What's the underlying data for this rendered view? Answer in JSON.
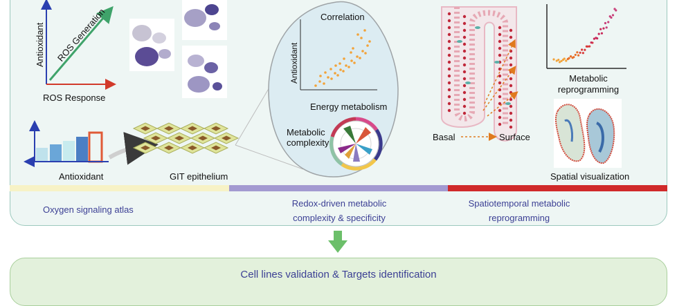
{
  "panel_1": {
    "y_axis_label": "Antioxidant",
    "arrow_label": "ROS Generation",
    "x_axis_label": "ROS Response",
    "bar_label": "Antioxidant",
    "tissue_label": "GIT epithelium",
    "section_caption": "Oxygen signaling atlas"
  },
  "panel_2": {
    "scatter_title": "Correlation",
    "scatter_y_label": "Antioxidant",
    "scatter_x_label": "Energy metabolism",
    "radial_label_line1": "Metabolic",
    "radial_label_line2": "complexity",
    "section_caption_line1": "Redox-driven metabolic",
    "section_caption_line2": "complexity & specificity"
  },
  "panel_3": {
    "basal_label": "Basal",
    "surface_label": "Surface",
    "curve_label_line1": "Metabolic",
    "curve_label_line2": "reprogramming",
    "spatial_label": "Spatial visualization",
    "section_caption_line1": "Spatiotemporal metabolic",
    "section_caption_line2": "reprogramming"
  },
  "bottom_panel": {
    "title": "Cell lines validation & Targets identification"
  },
  "colors": {
    "band_yellow": "#f7f2c6",
    "band_purple": "#a39ad1",
    "band_red": "#d02a2a",
    "axis_blue": "#2a3fb0",
    "axis_red": "#d23a2a",
    "arrow_green": "#3fa36a",
    "dot_orange": "#f2a33a"
  }
}
